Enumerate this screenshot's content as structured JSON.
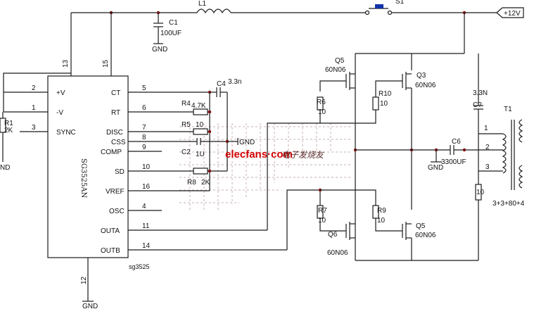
{
  "ic": {
    "part": "SG3525AN",
    "caption": "sg3525",
    "pins_left": [
      {
        "name": "+V",
        "num": "2"
      },
      {
        "name": "-V",
        "num": "1"
      },
      {
        "name": "SYNC",
        "num": "3"
      }
    ],
    "pins_right": [
      {
        "name": "CT",
        "num": "5"
      },
      {
        "name": "RT",
        "num": "6"
      },
      {
        "name": "DISC",
        "num": "7"
      },
      {
        "name": "CSS",
        "num": "8"
      },
      {
        "name": "COMP",
        "num": "9"
      },
      {
        "name": "SD",
        "num": "10"
      },
      {
        "name": "VREF",
        "num": "16"
      },
      {
        "name": "OSC",
        "num": "4"
      },
      {
        "name": "OUTA",
        "num": "11"
      },
      {
        "name": "OUTB",
        "num": "14"
      }
    ],
    "pin_top_13": "13",
    "pin_top_15": "15",
    "pin_bottom_12": "12"
  },
  "labels": {
    "l1": "L1",
    "s1": "S1",
    "c1": "C1",
    "c1_val": "100UF",
    "gnd": "GND",
    "vcc": "+12V",
    "r1": "R1",
    "r1_val": "2K",
    "nd": "ND",
    "c4": "C4",
    "c4_val": "3.3n",
    "r4": "R4",
    "r4_val": "4.7K",
    "r5": "R5",
    "r5_val": "10",
    "c2": "C2",
    "c2_val": "1U",
    "r8": "R8",
    "r8_val": "2K",
    "q5_top": "Q5",
    "q5_top_val": "60N06",
    "q3": "Q3",
    "q3_val": "60N06",
    "r6": "R6",
    "r6_val": "10",
    "r10": "R10",
    "r10_val": "10",
    "r7": "R7",
    "r7_val": "10",
    "r9": "R9",
    "r9_val": "10",
    "q6": "Q6",
    "q6_val": "60N06",
    "q5_bot": "Q5",
    "q5_bot_val": "60N06",
    "c6": "C6",
    "c6_val": "3300UF",
    "cq": "C?",
    "cq_val": "3.3N",
    "t1": "T1",
    "t1_p1": "1",
    "t1_p2": "2",
    "t1_p3": "3",
    "t1_ratio": "3+3+80+4",
    "snub_r": "10"
  },
  "watermark": {
    "site": "elecfans·com",
    "cn": "电子发烧友"
  }
}
